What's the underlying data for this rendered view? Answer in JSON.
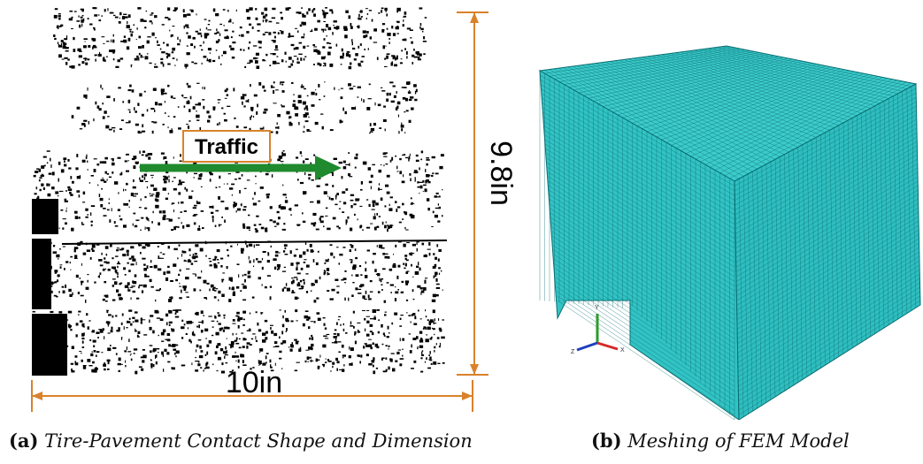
{
  "panel_a": {
    "traffic_label": "Traffic",
    "width_label": "10in",
    "height_label": "9.8in",
    "colors": {
      "dimension": "#d9822b",
      "arrow": "#1f8a2e",
      "ink": "#000000"
    }
  },
  "panel_b": {
    "axis_labels": {
      "y": "Y",
      "x": "X",
      "z": "Z"
    },
    "colors": {
      "mesh_fill": "#33c6c6",
      "mesh_line": "#0b6f73"
    }
  },
  "captions": {
    "a_tag": "(a)",
    "a_text": "Tire-Pavement Contact Shape and Dimension",
    "b_tag": "(b)",
    "b_text": "Meshing of FEM Model"
  }
}
